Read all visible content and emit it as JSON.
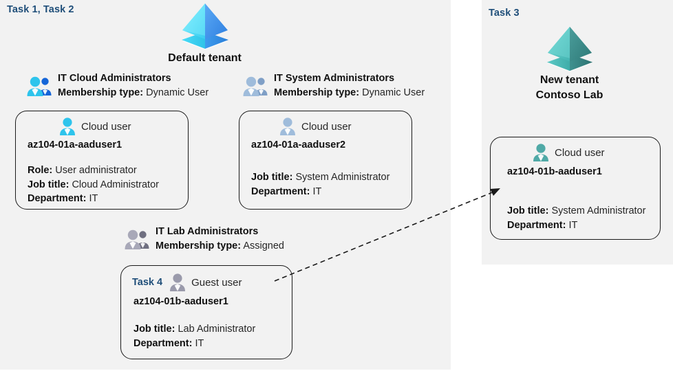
{
  "panels": {
    "left": {
      "task_label": "Task 1, Task 2"
    },
    "right": {
      "task_label": "Task 3"
    }
  },
  "tenants": [
    {
      "id": "default-tenant",
      "name": "Default tenant",
      "name_line2": "",
      "icon": "azure-ad-tenant-icon",
      "colors": {
        "left_face": "#50e6ff",
        "right_face": "#4a9bf0",
        "base": "#32bedd"
      }
    },
    {
      "id": "new-tenant",
      "name": "New  tenant",
      "name_line2": "Contoso Lab",
      "icon": "azure-ad-tenant-icon",
      "colors": {
        "left_face": "#57c7c4",
        "right_face": "#3f8e8c",
        "base": "#4bb8b5"
      }
    }
  ],
  "groups": [
    {
      "id": "it-cloud-administrators",
      "name": "IT Cloud Administrators",
      "meta_label": "Membership type:",
      "meta_value": "Dynamic User",
      "icon": "users-group-icon",
      "icon_tone": "blue"
    },
    {
      "id": "it-system-administrators",
      "name": "IT System Administrators",
      "meta_label": "Membership type:",
      "meta_value": "Dynamic User",
      "icon": "users-group-icon",
      "icon_tone": "steel"
    },
    {
      "id": "it-lab-administrators",
      "name": "IT Lab Administrators",
      "meta_label": "Membership type:",
      "meta_value": "Assigned",
      "icon": "users-group-icon",
      "icon_tone": "gray"
    }
  ],
  "users": [
    {
      "id": "az104-01a-aaduser1",
      "task": "",
      "kind": "Cloud user",
      "icon": "cloud-user-icon",
      "icon_tone": "blue",
      "upn": "az104-01a-aaduser1",
      "props": [
        {
          "label": "Role:",
          "value": "User administrator"
        },
        {
          "label": "Job title:",
          "value": "Cloud Administrator"
        },
        {
          "label": "Department:",
          "value": "IT"
        }
      ]
    },
    {
      "id": "az104-01a-aaduser2",
      "task": "",
      "kind": "Cloud user",
      "icon": "cloud-user-icon",
      "icon_tone": "steel",
      "upn": "az104-01a-aaduser2",
      "props": [
        {
          "label": "Job title:",
          "value": "System Administrator"
        },
        {
          "label": "Department:",
          "value": "IT"
        }
      ]
    },
    {
      "id": "az104-01b-aaduser1-new-tenant",
      "task": "",
      "kind": "Cloud user",
      "icon": "cloud-user-icon",
      "icon_tone": "teal",
      "upn": "az104-01b-aaduser1",
      "props": [
        {
          "label": "Job title:",
          "value": "System Administrator"
        },
        {
          "label": "Department:",
          "value": "IT"
        }
      ]
    },
    {
      "id": "az104-01b-aaduser1-guest",
      "task": "Task 4",
      "kind": "Guest user",
      "icon": "guest-user-icon",
      "icon_tone": "gray",
      "upn": "az104-01b-aaduser1",
      "props": [
        {
          "label": "Job title:",
          "value": "Lab Administrator"
        },
        {
          "label": "Department:",
          "value": "IT"
        }
      ]
    }
  ],
  "connector": {
    "name": "guest-invite-arrow",
    "style": "dashed-arrow",
    "color": "#1a1a1a"
  },
  "palette": {
    "panel_bg": "#f2f2f2",
    "page_bg": "#ffffff",
    "task_accent": "#1f4e79",
    "text_primary": "#111111",
    "text_secondary": "#262626",
    "card_border": "#1a1a1a"
  }
}
